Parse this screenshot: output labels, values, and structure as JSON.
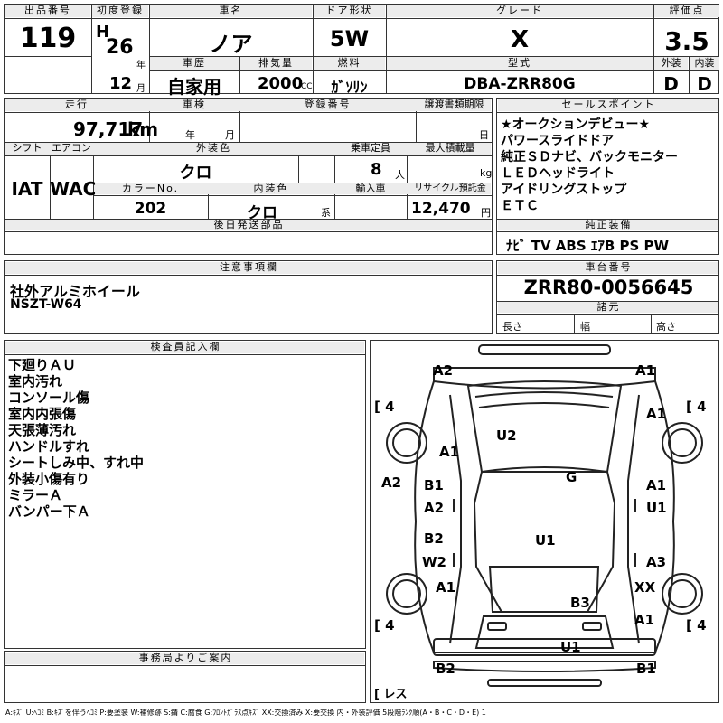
{
  "header": {
    "lot_label": "出品番号",
    "lot_no": "119",
    "first_reg_label": "初度登録",
    "era": "H",
    "year": "26",
    "year_unit": "年",
    "month": "12",
    "month_unit": "月",
    "car_name_label": "車名",
    "car_name": "ノア",
    "door_label": "ドア形状",
    "door": "5W",
    "grade_label": "グレード",
    "grade": "X",
    "score_label": "評価点",
    "score": "3.5",
    "history_label": "車歴",
    "history": "自家用",
    "displacement_label": "排気量",
    "displacement": "2000",
    "displacement_unit": "CC",
    "fuel_label": "燃料",
    "fuel": "ｶﾞｿﾘﾝ",
    "model_label": "型式",
    "model": "DBA-ZRR80G",
    "exterior_label": "外装",
    "exterior": "D",
    "interior_label": "内装",
    "interior": "D"
  },
  "row2": {
    "mileage_label": "走行",
    "mileage": "97,717",
    "mileage_unit": "km",
    "inspection_label": "車検",
    "inspection_year": "年",
    "inspection_month": "月",
    "reg_no_label": "登録番号",
    "doc_deadline_label": "譲渡書類期限",
    "doc_day": "日"
  },
  "row3": {
    "shift_label": "シフト",
    "shift": "IAT",
    "ac_label": "エアコン",
    "ac": "WAC",
    "ext_color_label": "外装色",
    "ext_color": "クロ",
    "capacity_label": "乗車定員",
    "capacity": "8",
    "capacity_unit": "人",
    "max_load_label": "最大積載量",
    "max_load_unit": "kg",
    "color_no_label": "カラーNo.",
    "color_no": "202",
    "int_color_label": "内装色",
    "int_color": "クロ",
    "int_color_unit": "系",
    "import_label": "輸入車",
    "recycle_label": "リサイクル預託金",
    "recycle": "12,470",
    "recycle_unit": "円",
    "later_parts_label": "後日発送部品"
  },
  "sales_points": {
    "label": "セールスポイント",
    "items": [
      "★オークションデビュー★",
      "パワースライドドア",
      "純正ＳＤナビ、バックモニター",
      "ＬＥＤヘッドライト",
      "アイドリングストップ",
      "ＥＴＣ"
    ]
  },
  "equipment": {
    "label": "純正装備",
    "value": "ﾅﾋﾞ TV ABS ｴｱB PS PW"
  },
  "caution": {
    "label": "注意事項欄",
    "lines": [
      "社外アルミホイール",
      "NSZT-W64"
    ]
  },
  "chassis": {
    "label": "車台番号",
    "value": "ZRR80-0056645",
    "specs_label": "諸元",
    "length": "長さ",
    "width": "幅",
    "height": "高さ"
  },
  "inspector": {
    "label": "検査員記入欄",
    "lines": [
      "下廻りＡＵ",
      "室内汚れ",
      "コンソール傷",
      "室内内張傷",
      "天張薄汚れ",
      "ハンドルすれ",
      "シートしみ中、すれ中",
      "外装小傷有り",
      "ミラーＡ",
      "バンパー下Ａ"
    ]
  },
  "office": {
    "label": "事務局よりご案内"
  },
  "diagram": {
    "tire_fl": "[ 4",
    "tire_fr": "[ 4",
    "tire_rl": "[ 4",
    "tire_rr": "[ 4",
    "spare": "[ レス",
    "codes": {
      "front_bumper_left": "A2",
      "front_bumper_right": "A1",
      "hood": "U2",
      "fender_left": "A1",
      "fender_right": "A1",
      "side_left": "A2",
      "roof": "G",
      "front_door_left_1": "B1",
      "front_door_left_2": "A2",
      "front_door_right_1": "A1",
      "front_door_right_2": "U1",
      "rear_door_left_1": "B2",
      "rear_door_left_2": "W2",
      "rear_door_right": "A3",
      "center": "U1",
      "rear_left": "A1",
      "rear_right_1": "XX",
      "rear_right_2": "A1",
      "back_door": "B3",
      "rear_bumper_center": "U1",
      "rear_bumper_left": "B2",
      "rear_bumper_right": "B1"
    }
  },
  "legend": "A:ｷｽﾞ U:ﾍｺﾐ B:ｷｽﾞを伴うﾍｺﾐ P:要塗装 W:補修跡 S:錆 C:腐食 G:ﾌﾛﾝﾄｶﾞﾗｽ点ｷｽﾞ XX:交換済み X:要交換 内・外装評価 5段階ﾗﾝｸ順(A・B・C・D・E) 1"
}
